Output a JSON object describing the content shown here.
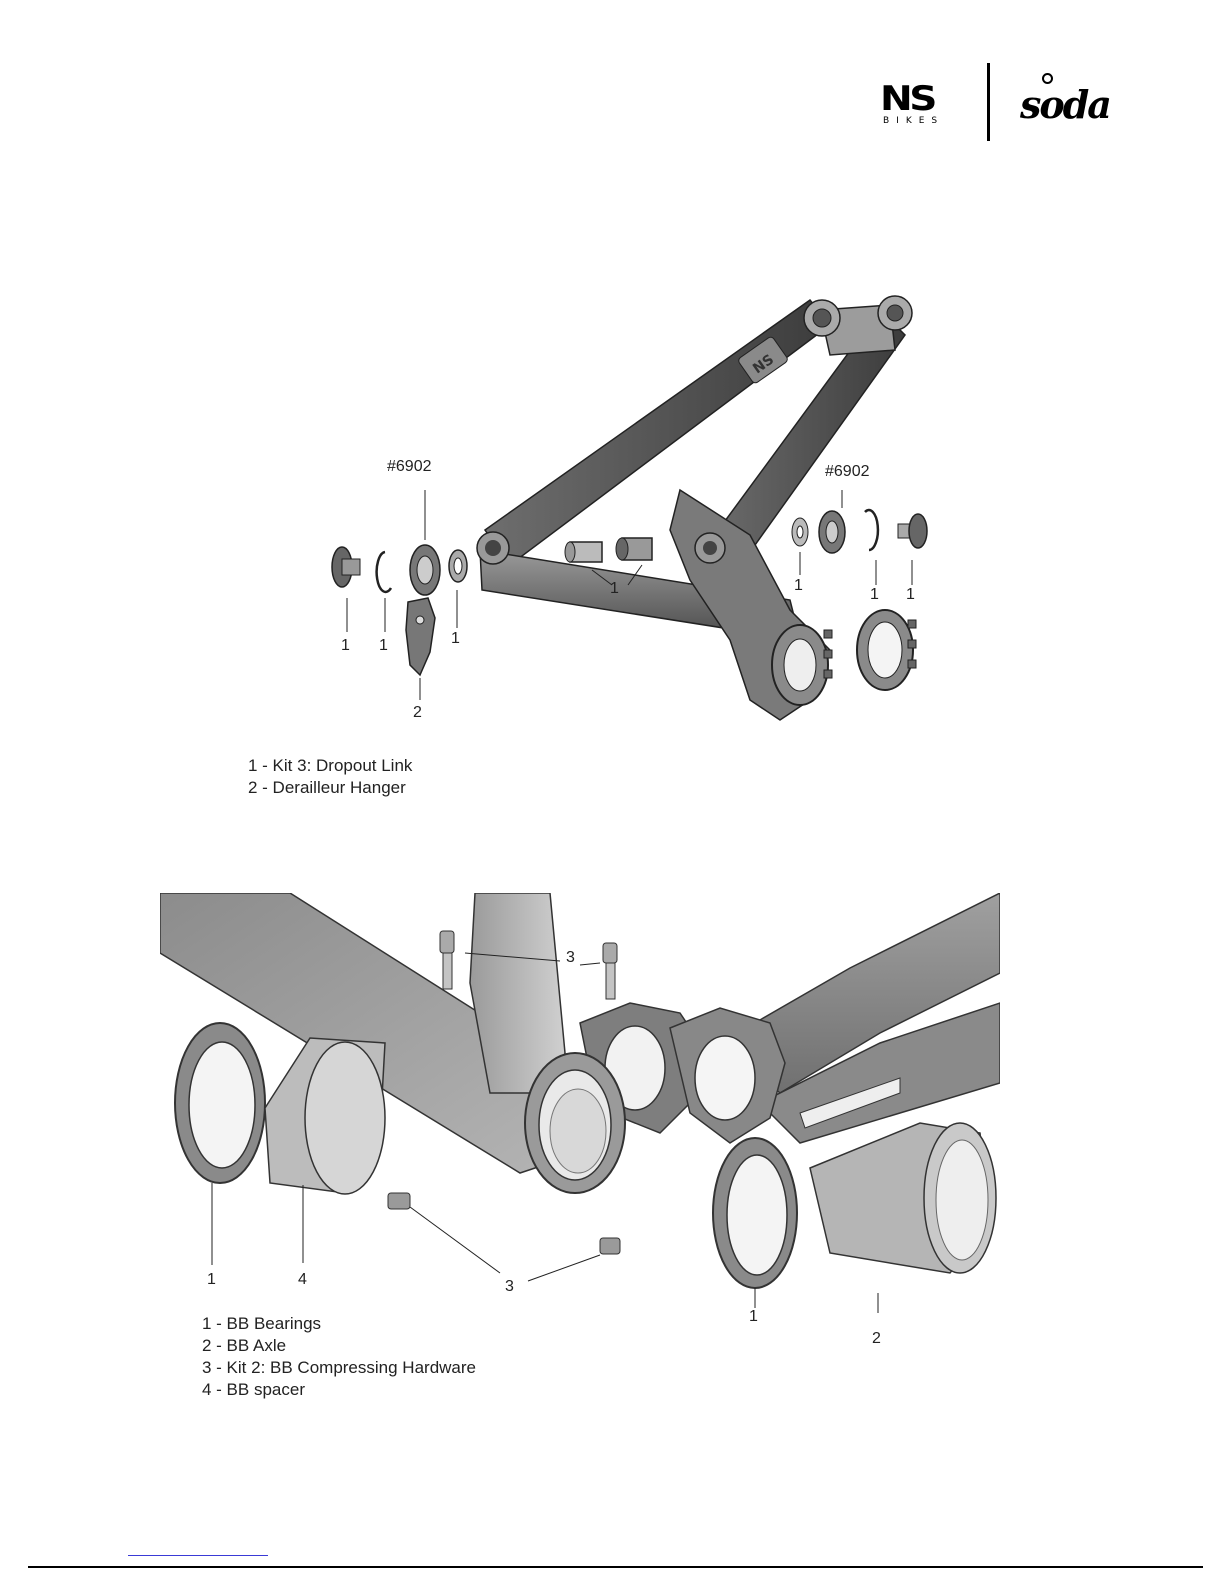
{
  "brand": {
    "ns_text": "NS",
    "bikes_text": "BIKES",
    "soda_text": "soda"
  },
  "diagram1": {
    "callouts": {
      "bearing_left": "#6902",
      "bearing_right": "#6902",
      "n1a": "1",
      "n1b": "1",
      "n1c": "1",
      "n1d": "1",
      "n1e": "1",
      "n1f": "1",
      "n1g": "1",
      "n2": "2"
    },
    "legend": [
      "1 - Kit 3: Dropout Link",
      "2 - Derailleur Hanger"
    ]
  },
  "diagram2": {
    "callouts": {
      "n3top": "3",
      "n3bottom": "3",
      "n1left": "1",
      "n4": "4",
      "n1right": "1",
      "n2": "2"
    },
    "legend": [
      "1 - BB Bearings",
      "2 - BB Axle",
      "3 - Kit 2: BB Compressing Hardware",
      "4 - BB spacer"
    ]
  },
  "colors": {
    "part_dark": "#555555",
    "part_mid": "#8a8a8a",
    "part_light": "#b8b8b8",
    "link_blue": "#3a3ad6"
  }
}
